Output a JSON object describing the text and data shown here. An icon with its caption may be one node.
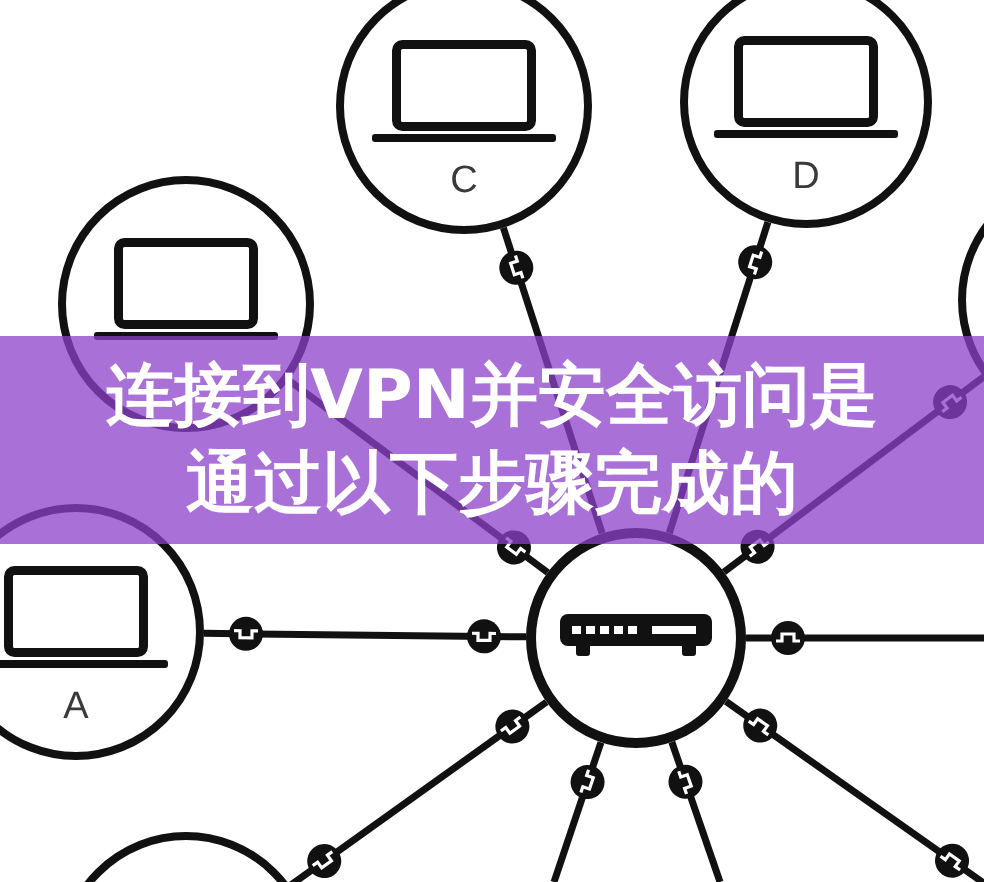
{
  "diagram": {
    "title": "连接到VPN并安全访问是通过以下步骤完成的",
    "nodes": [
      {
        "text": [
          "C"
        ]
      },
      {
        "text": [
          "D"
        ]
      },
      {
        "text": [],
        "shape": "circle"
      },
      {
        "text": [],
        "shape": "circle"
      },
      {
        "text": [
          "A"
        ]
      },
      {
        "text": [],
        "shape": "circle"
      },
      {
        "text": [],
        "shape": "circle"
      }
    ],
    "edges": [
      {
        "from": 5,
        "to": 4,
        "arrow": "none"
      },
      {
        "from": 5,
        "to": 2,
        "arrow": "none"
      },
      {
        "from": 5,
        "to": 0,
        "arrow": "none"
      },
      {
        "from": 5,
        "to": 1,
        "arrow": "none"
      },
      {
        "from": 5,
        "to": 3,
        "arrow": "none"
      },
      {
        "from": 5,
        "to": null,
        "arrow": "none"
      },
      {
        "from": 5,
        "to": null,
        "arrow": "none"
      },
      {
        "from": 5,
        "to": null,
        "arrow": "none"
      },
      {
        "from": 5,
        "to": null,
        "arrow": "none"
      },
      {
        "from": 5,
        "to": 6,
        "arrow": "none"
      }
    ]
  }
}
